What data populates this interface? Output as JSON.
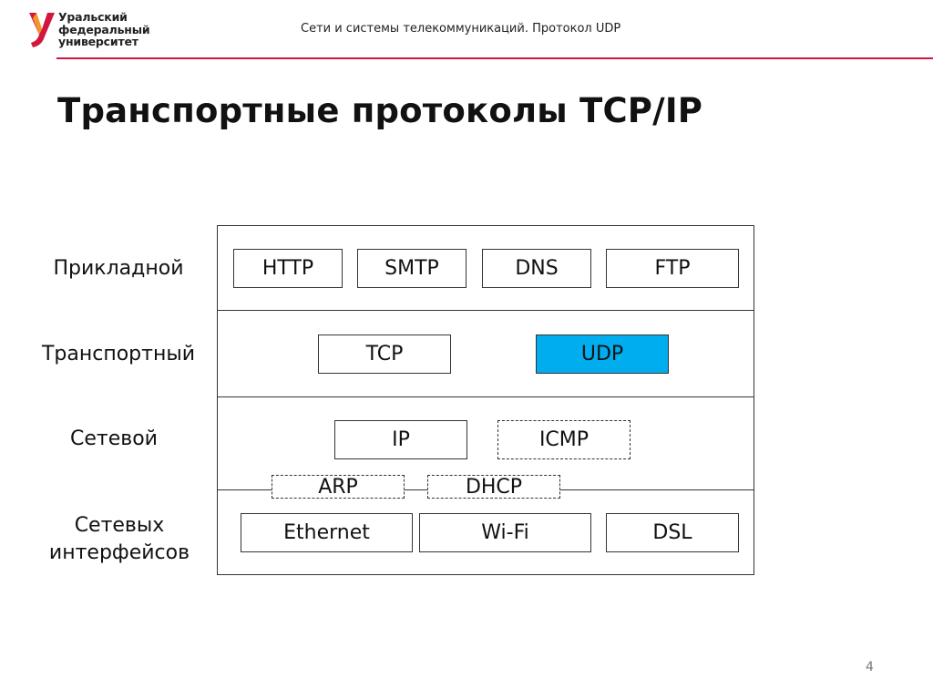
{
  "header": {
    "logo_lines": [
      "Уральский",
      "федеральный",
      "университет"
    ],
    "title": "Сети и системы телекоммуникаций. Протокол UDP",
    "accent_color": "#d1173f"
  },
  "slide": {
    "title": "Транспортные протоколы TCP/IP",
    "page_number": "4"
  },
  "diagram": {
    "layers": {
      "application": "Прикладной",
      "transport": "Транспортный",
      "network": "Сетевой",
      "interfaces_line1": "Сетевых",
      "interfaces_line2": "интерфейсов"
    },
    "protocols": {
      "http": "HTTP",
      "smtp": "SMTP",
      "dns": "DNS",
      "ftp": "FTP",
      "tcp": "TCP",
      "udp": "UDP",
      "ip": "IP",
      "icmp": "ICMP",
      "arp": "ARP",
      "dhcp": "DHCP",
      "ethernet": "Ethernet",
      "wifi": "Wi-Fi",
      "dsl": "DSL"
    },
    "highlight_color": "#00aeef"
  }
}
